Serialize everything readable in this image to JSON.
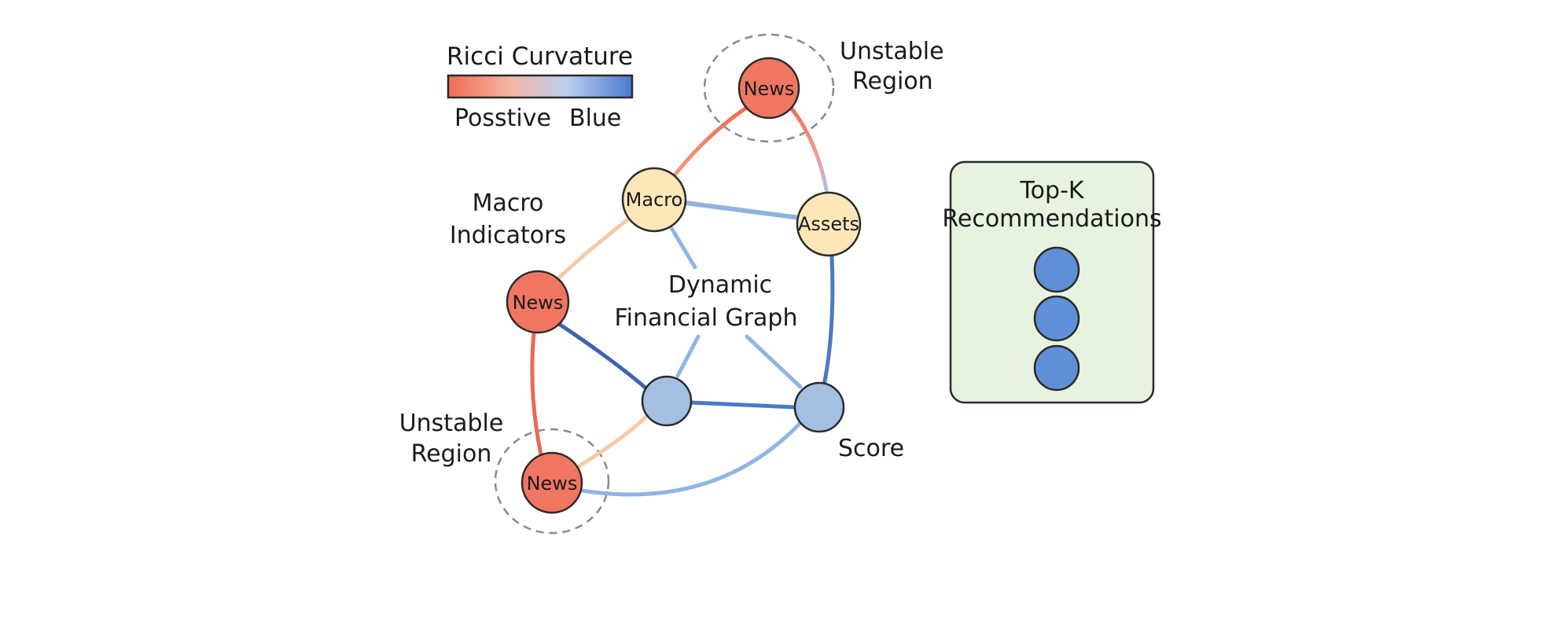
{
  "legend": {
    "title": "Ricci Curvature",
    "left_label": "Posstive",
    "right_label": "Blue",
    "gradient": [
      "#f26b54",
      "#f3b8a6",
      "#b9cff0",
      "#4a79cf"
    ]
  },
  "labels": {
    "unstable_top_l1": "Unstable",
    "unstable_top_l2": "Region",
    "macro_l1": "Macro",
    "macro_l2": "Indicators",
    "graph_l1": "Dynamic",
    "graph_l2": "Financial Graph",
    "unstable_bottom_l1": "Unstable",
    "unstable_bottom_l2": "Region",
    "score": "Score"
  },
  "nodes": {
    "news_top": "News",
    "macro": "Macro",
    "assets": "Assets",
    "news_mid": "News",
    "news_bottom": "News"
  },
  "recommendations": {
    "title_l1": "Top-K",
    "title_l2": "Recommendations",
    "items": 3
  },
  "colors": {
    "news": "#f07662",
    "macro": "#fde6b8",
    "graph_node": "#a5bfe3",
    "rec_item": "#5f8fd6",
    "rec_panel": "#e6f4df",
    "edge_red": "#ee6a55",
    "edge_peach": "#f5c6a2",
    "edge_lightblue": "#9ec0e6",
    "edge_blue": "#4f7fc8",
    "edge_darkblue": "#3f64ad"
  }
}
